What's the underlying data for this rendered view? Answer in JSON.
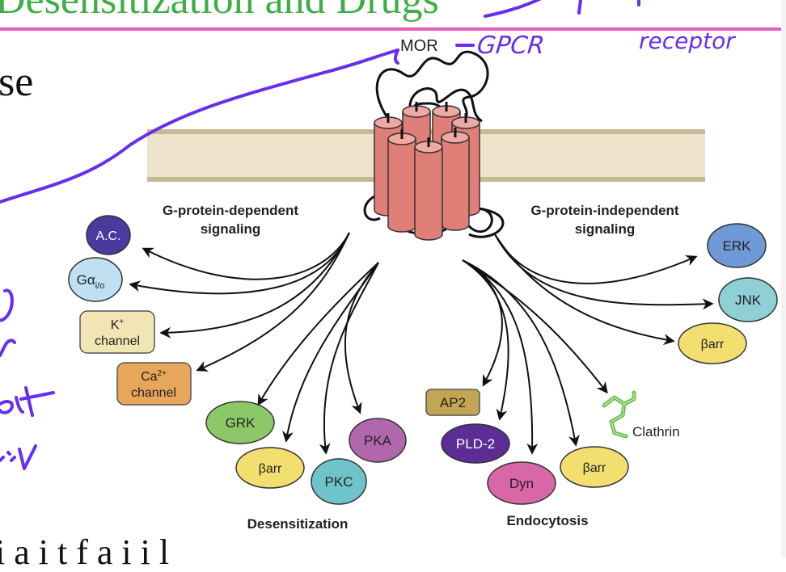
{
  "slide": {
    "title": "Desensitization and Drugs",
    "body_fragments": [
      "se",
      "o"
    ],
    "bottom_fragment": "i    a   i t  f   a   i i  l"
  },
  "diagram": {
    "receptor_label": "MOR",
    "headings": {
      "g_dependent_line1": "G-protein-dependent",
      "g_dependent_line2": "signaling",
      "g_independent_line1": "G-protein-independent",
      "g_independent_line2": "signaling",
      "desensitization": "Desensitization",
      "endocytosis": "Endocytosis"
    },
    "g_dependent_targets": [
      {
        "id": "ac",
        "label": "A.C.",
        "shape": "ellipse",
        "color": "#4a3a9e",
        "text_color": "#ffffff"
      },
      {
        "id": "galpha",
        "label": "Gα",
        "sub": "i/o",
        "shape": "ellipse",
        "color": "#bfe0f2",
        "text_color": "#222222"
      },
      {
        "id": "k-channel",
        "label": "K",
        "sup": "+",
        "label2": "channel",
        "shape": "rounded-rect",
        "color": "#f2e5b4",
        "text_color": "#222222"
      },
      {
        "id": "ca-channel",
        "label": "Ca",
        "sup": "2+",
        "label2": "channel",
        "shape": "rounded-rect",
        "color": "#e7a65b",
        "text_color": "#222222"
      }
    ],
    "g_independent_targets": [
      {
        "id": "erk",
        "label": "ERK",
        "color": "#6f9ad7"
      },
      {
        "id": "jnk",
        "label": "JNK",
        "color": "#8fcfd6"
      },
      {
        "id": "barr-right",
        "label": "βarr",
        "color": "#f3df70"
      }
    ],
    "desensitization_targets": [
      {
        "id": "grk",
        "label": "GRK",
        "color": "#8dc868"
      },
      {
        "id": "barr-desens",
        "label": "βarr",
        "color": "#f3df70"
      },
      {
        "id": "pkc",
        "label": "PKC",
        "color": "#6fc4cb"
      },
      {
        "id": "pka",
        "label": "PKA",
        "color": "#b067ac"
      }
    ],
    "endocytosis_targets": [
      {
        "id": "ap2",
        "label": "AP2",
        "color": "#c2a653"
      },
      {
        "id": "pld2",
        "label": "PLD-2",
        "color": "#5b2d95"
      },
      {
        "id": "dyn",
        "label": "Dyn",
        "color": "#d966a7"
      },
      {
        "id": "barr-endo",
        "label": "βarr",
        "color": "#f3df70"
      },
      {
        "id": "clathrin",
        "label": "Clathrin",
        "color": "#6cc04a"
      }
    ],
    "colors": {
      "membrane": "#ede4cb",
      "membrane_edge": "#c7b894",
      "helix": "#e07f78",
      "helix_top": "#eea9a3",
      "annotation_ink": "#6a2df0"
    }
  },
  "annotations": {
    "gpcr_note": "GPCR",
    "receptor_note": "receptor"
  }
}
